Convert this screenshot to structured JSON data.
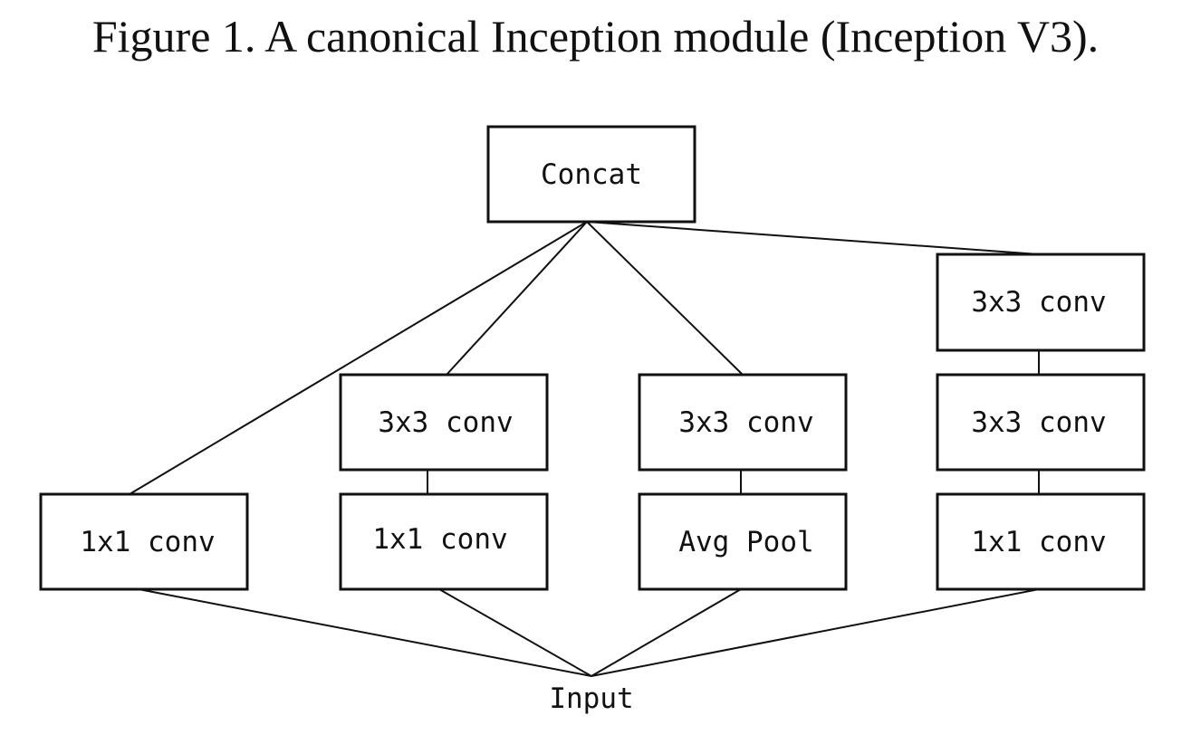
{
  "figure": {
    "caption": "Figure 1. A canonical Inception module (Inception V3)."
  },
  "diagram": {
    "nodes": {
      "concat": "Concat",
      "b1_conv1x1": "1x1 conv",
      "b2_conv3x3": "3x3 conv",
      "b2_conv1x1": "1x1 conv",
      "b3_conv3x3": "3x3 conv",
      "b3_avgpool": "Avg Pool",
      "b4_conv3x3_top": "3x3 conv",
      "b4_conv3x3_mid": "3x3 conv",
      "b4_conv1x1": "1x1 conv",
      "input": "Input"
    },
    "edges": [
      [
        "input",
        "b1_conv1x1"
      ],
      [
        "input",
        "b2_conv1x1"
      ],
      [
        "input",
        "b3_avgpool"
      ],
      [
        "input",
        "b4_conv1x1"
      ],
      [
        "b2_conv1x1",
        "b2_conv3x3"
      ],
      [
        "b3_avgpool",
        "b3_conv3x3"
      ],
      [
        "b4_conv1x1",
        "b4_conv3x3_mid"
      ],
      [
        "b4_conv3x3_mid",
        "b4_conv3x3_top"
      ],
      [
        "b1_conv1x1",
        "concat"
      ],
      [
        "b2_conv3x3",
        "concat"
      ],
      [
        "b3_conv3x3",
        "concat"
      ],
      [
        "b4_conv3x3_top",
        "concat"
      ]
    ]
  }
}
